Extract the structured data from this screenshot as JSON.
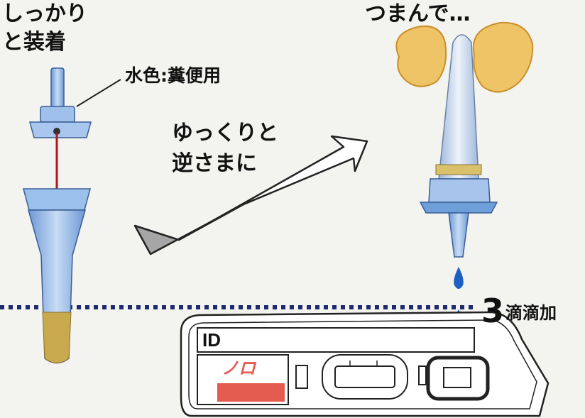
{
  "labels": {
    "attach_line1": "しっかり",
    "attach_line2": "と装着",
    "cap_color_note": "水色:糞便用",
    "invert_line1": "ゆっくりと",
    "invert_line2": "逆さまに",
    "pinch": "つまんで…",
    "drops_number": "3",
    "drops_text": "滴滴加"
  },
  "cassette": {
    "id_label": "ID",
    "brand_label": "ノロ"
  },
  "colors": {
    "tube_blue": "#8fb6e6",
    "cap_blue": "#6f9fd9",
    "drop_blue": "#1e5fc4",
    "specimen_gold": "#c9a94e",
    "fingers": "#efc467",
    "brand_red": "#e45b4f"
  }
}
